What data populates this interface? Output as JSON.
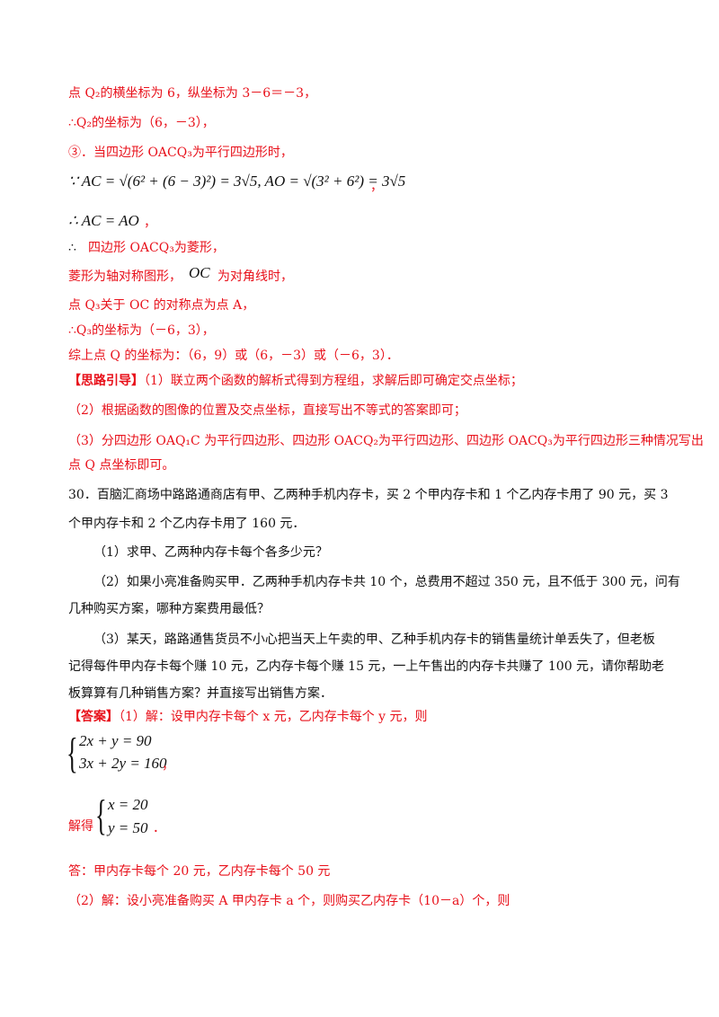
{
  "lines": {
    "l1": "点 Q₂的横坐标为 6，纵坐标为 3－6＝－3，",
    "l2": "∴Q₂的坐标为（6，－3），",
    "l3": "③．当四边形 OACQ₃为平行四边形时，",
    "l4_math": "∵ AC = √(6² + (6 − 3)²) = 3√5, AO = √(3² + 6²) = 3√5",
    "l4_tail": "，",
    "l5_math": "∴ AC = AO",
    "l5_tail": "，",
    "l6_sym": "∴",
    "l6": "四边形 OACQ₃为菱形，",
    "l7a": "菱形为轴对称图形，",
    "l7_math": "OC",
    "l7b": "为对角线时，",
    "l8": "点 Q₃关于 OC 的对称点为点 A，",
    "l9": "∴Q₃的坐标为（－6，3），",
    "l10": "综上点 Q 的坐标为：（6，9）或（6，－3）或（－6，3）．",
    "l11_tag": "【思路引导】",
    "l11": "（1）联立两个函数的解析式得到方程组，求解后即可确定交点坐标；",
    "l12": "（2）根据函数的图像的位置及交点坐标，直接写出不等式的答案即可；",
    "l13": "（3）分四边形 OAQ₁C 为平行四边形、四边形 OACQ₂为平行四边形、四边形 OACQ₃为平行四边形三种情况写出",
    "l14": "点 Q 点坐标即可。",
    "q30a": "30．百脑汇商场中路路通商店有甲、乙两种手机内存卡，买 2 个甲内存卡和 1 个乙内存卡用了 90 元，买 3",
    "q30b": "个甲内存卡和 2 个乙内存卡用了 160 元．",
    "q30_1": "（1）求甲、乙两种内存卡每个各多少元？",
    "q30_2a": "（2）如果小亮准备购买甲．乙两种手机内存卡共 10 个，总费用不超过 350 元，且不低于 300 元，问有",
    "q30_2b": "几种购买方案，哪种方案费用最低？",
    "q30_3a": "（3）某天，路路通售货员不小心把当天上午卖的甲、乙种手机内存卡的销售量统计单丢失了，但老板",
    "q30_3b": "记得每件甲内存卡每个赚 10 元，乙内存卡每个赚 15 元，一上午售出的内存卡共赚了 100 元，请你帮助老",
    "q30_3c": "板算算有几种销售方案？并直接写出销售方案．",
    "ans_tag": "【答案】",
    "ans1": "（1）解：设甲内存卡每个 x 元，乙内存卡每个 y 元，则",
    "eq1": "2x + y = 90",
    "eq2": "3x + 2y = 160",
    "eq_tail": "，",
    "solve_label": "解得",
    "sol1": "x = 20",
    "sol2": "y = 50",
    "sol_tail": "．",
    "ans_line": "答：甲内存卡每个 20 元，乙内存卡每个 50 元",
    "ans2": "（2）解：设小亮准备购买 A 甲内存卡 a 个，则购买乙内存卡（10－a）个，则"
  }
}
